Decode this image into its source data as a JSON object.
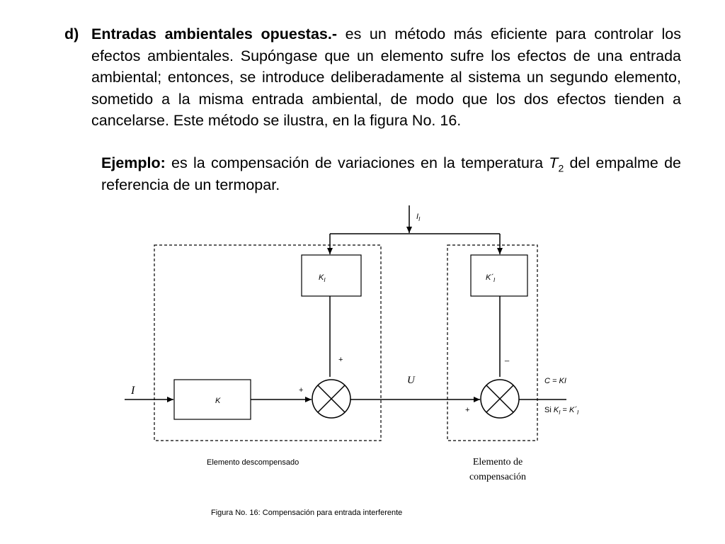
{
  "paragraph_d": {
    "marker": "d)",
    "heading": "Entradas ambientales opuestas.-",
    "body": " es un método más eficiente para controlar los efectos ambientales.  Supóngase que un elemento sufre los efectos de una entrada ambiental; entonces, se introduce deliberadamente al sistema un segundo elemento, sometido a la misma entrada ambiental, de modo que los dos efectos tienden a cancelarse.  Este método se ilustra, en la figura No. 16."
  },
  "example": {
    "label": "Ejemplo:",
    "text_before": "  es la compensación de variaciones en la temperatura ",
    "var": "T",
    "var_sub": "2",
    "text_after": " del empalme de referencia de un termopar."
  },
  "diagram": {
    "interfering_input": {
      "base": "I",
      "sub": "I"
    },
    "input": "I",
    "block_k": "K",
    "block_ki": {
      "base": "K",
      "sub": "I"
    },
    "block_kpi": {
      "base": "K´",
      "sub": "I"
    },
    "sum1_top_sign": "+",
    "sum1_left_sign": "+",
    "sum2_top_sign": "_",
    "sum2_bottom_sign": "+",
    "intermediate": "U",
    "output_eq": "C = KI",
    "condition": {
      "prefix": "Si ",
      "lhs_base": "K",
      "lhs_sub": "I",
      "eq": " = ",
      "rhs_base": "K´",
      "rhs_sub": "I"
    },
    "group1_label": "Elemento descompensado",
    "group2_label_line1": "Elemento de",
    "group2_label_line2": "compensación",
    "caption": "Figura No. 16: Compensación para entrada interferente"
  }
}
